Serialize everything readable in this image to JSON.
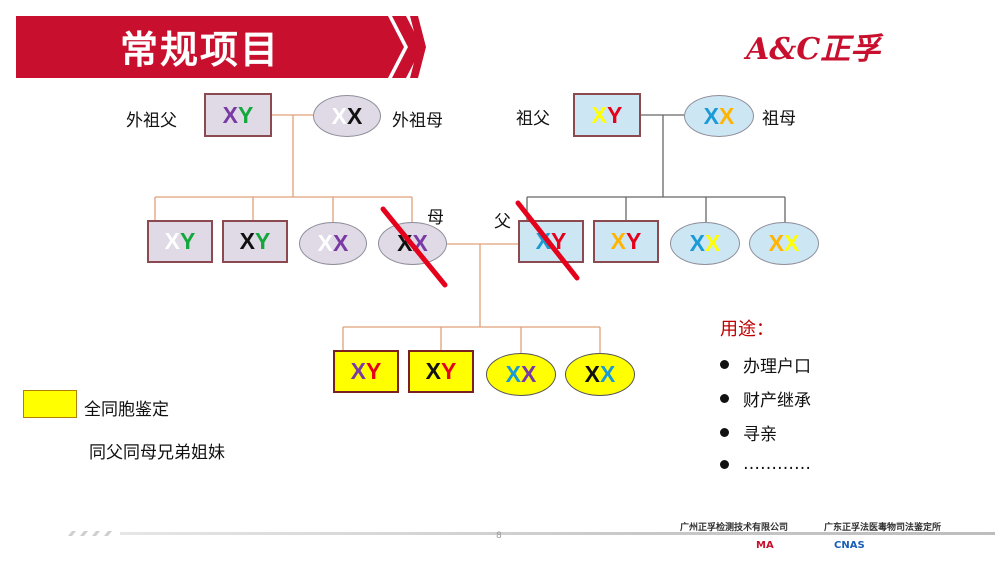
{
  "header": {
    "title": "常规项目",
    "logo": "A&C正孚",
    "colors": {
      "banner": "#c8102e",
      "accent": "#c00000"
    }
  },
  "pedigree": {
    "maternal_grandfather": {
      "label": "外祖父",
      "chrom": [
        "X",
        "Y"
      ],
      "colors": [
        "#7a3aa5",
        "#12a83c"
      ]
    },
    "maternal_grandmother": {
      "label": "外祖母",
      "chrom": [
        "X",
        "X"
      ],
      "colors": [
        "#ffffff",
        "#111111"
      ]
    },
    "paternal_grandfather": {
      "label": "祖父",
      "chrom": [
        "X",
        "Y"
      ],
      "colors": [
        "#ffff00",
        "#e5001b"
      ]
    },
    "paternal_grandmother": {
      "label": "祖母",
      "chrom": [
        "X",
        "X"
      ],
      "colors": [
        "#1a9ad6",
        "#ffb400"
      ]
    },
    "mother_label": "母",
    "father_label": "父",
    "maternal_siblings": [
      {
        "chrom": [
          "X",
          "Y"
        ],
        "colors": [
          "#ffffff",
          "#12a83c"
        ]
      },
      {
        "chrom": [
          "X",
          "Y"
        ],
        "colors": [
          "#111111",
          "#12a83c"
        ]
      },
      {
        "chrom": [
          "X",
          "X"
        ],
        "colors": [
          "#ffffff",
          "#7a3aa5"
        ]
      },
      {
        "chrom": [
          "X",
          "X"
        ],
        "colors": [
          "#111111",
          "#7a3aa5"
        ]
      }
    ],
    "paternal_siblings": [
      {
        "chrom": [
          "X",
          "Y"
        ],
        "colors": [
          "#1a9ad6",
          "#e5001b"
        ]
      },
      {
        "chrom": [
          "X",
          "Y"
        ],
        "colors": [
          "#ffb400",
          "#e5001b"
        ]
      },
      {
        "chrom": [
          "X",
          "X"
        ],
        "colors": [
          "#1a9ad6",
          "#ffff00"
        ]
      },
      {
        "chrom": [
          "X",
          "X"
        ],
        "colors": [
          "#ffb400",
          "#ffff00"
        ]
      }
    ],
    "children": [
      {
        "chrom": [
          "X",
          "Y"
        ],
        "colors": [
          "#7a3aa5",
          "#e5001b"
        ]
      },
      {
        "chrom": [
          "X",
          "Y"
        ],
        "colors": [
          "#111111",
          "#e5001b"
        ]
      },
      {
        "chrom": [
          "X",
          "X"
        ],
        "colors": [
          "#1a9ad6",
          "#7a3aa5"
        ]
      },
      {
        "chrom": [
          "X",
          "X"
        ],
        "colors": [
          "#111111",
          "#1a9ad6"
        ]
      }
    ]
  },
  "legend": {
    "item": "全同胞鉴定",
    "subtitle": "同父同母兄弟姐妹"
  },
  "uses": {
    "title": "用途：",
    "items": [
      "办理户口",
      "财产继承",
      "寻亲",
      "…………"
    ]
  },
  "footer": {
    "page_number": "8",
    "company_left": "广州正孚检测技术有限公司",
    "company_right": "广东正孚法医毒物司法鉴定所",
    "cert_marks": [
      "MA",
      "CNAS"
    ]
  }
}
